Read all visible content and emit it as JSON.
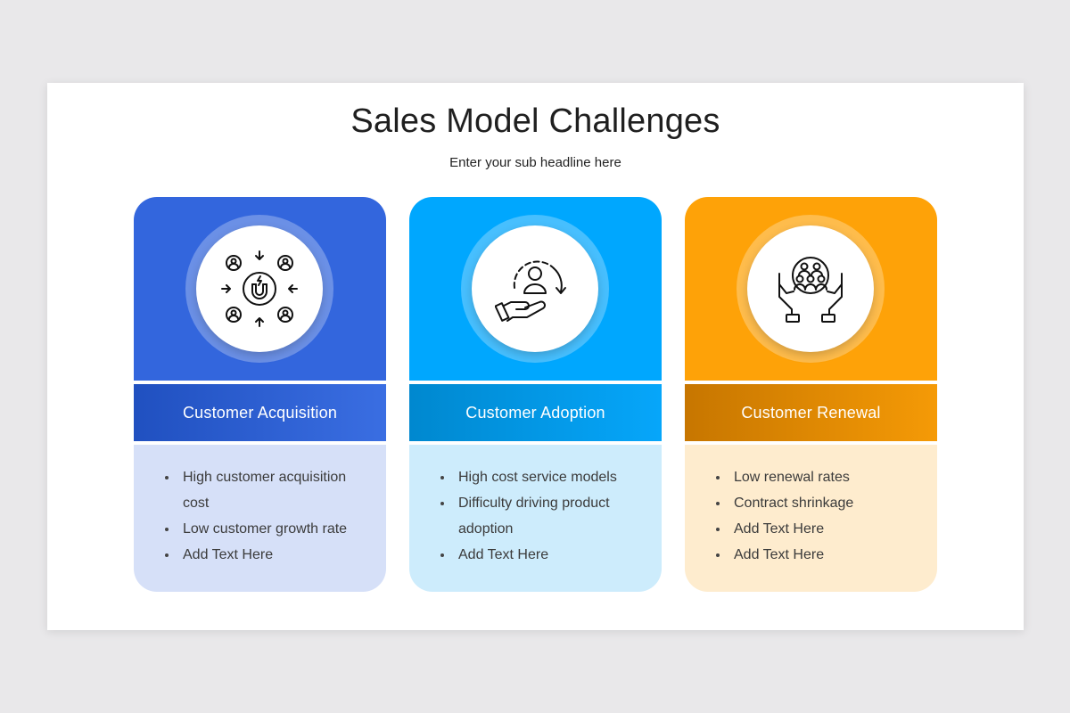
{
  "slide": {
    "title": "Sales Model Challenges",
    "subtitle": "Enter your sub headline here"
  },
  "cards": [
    {
      "heading": "Customer Acquisition",
      "icon": "magnet-attract-customers-icon",
      "color": "#3366dd",
      "bullets": [
        "High customer acquisition cost",
        "Low customer growth rate",
        "Add Text Here"
      ]
    },
    {
      "heading": "Customer Adoption",
      "icon": "hand-user-cycle-icon",
      "color": "#00a7fe",
      "bullets": [
        "High cost service models",
        "Difficulty driving product adoption",
        "Add Text Here"
      ]
    },
    {
      "heading": "Customer Renewal",
      "icon": "hands-holding-group-icon",
      "color": "#fea208",
      "bullets": [
        "Low renewal rates",
        "Contract shrinkage",
        "Add Text Here",
        "Add Text Here"
      ]
    }
  ]
}
